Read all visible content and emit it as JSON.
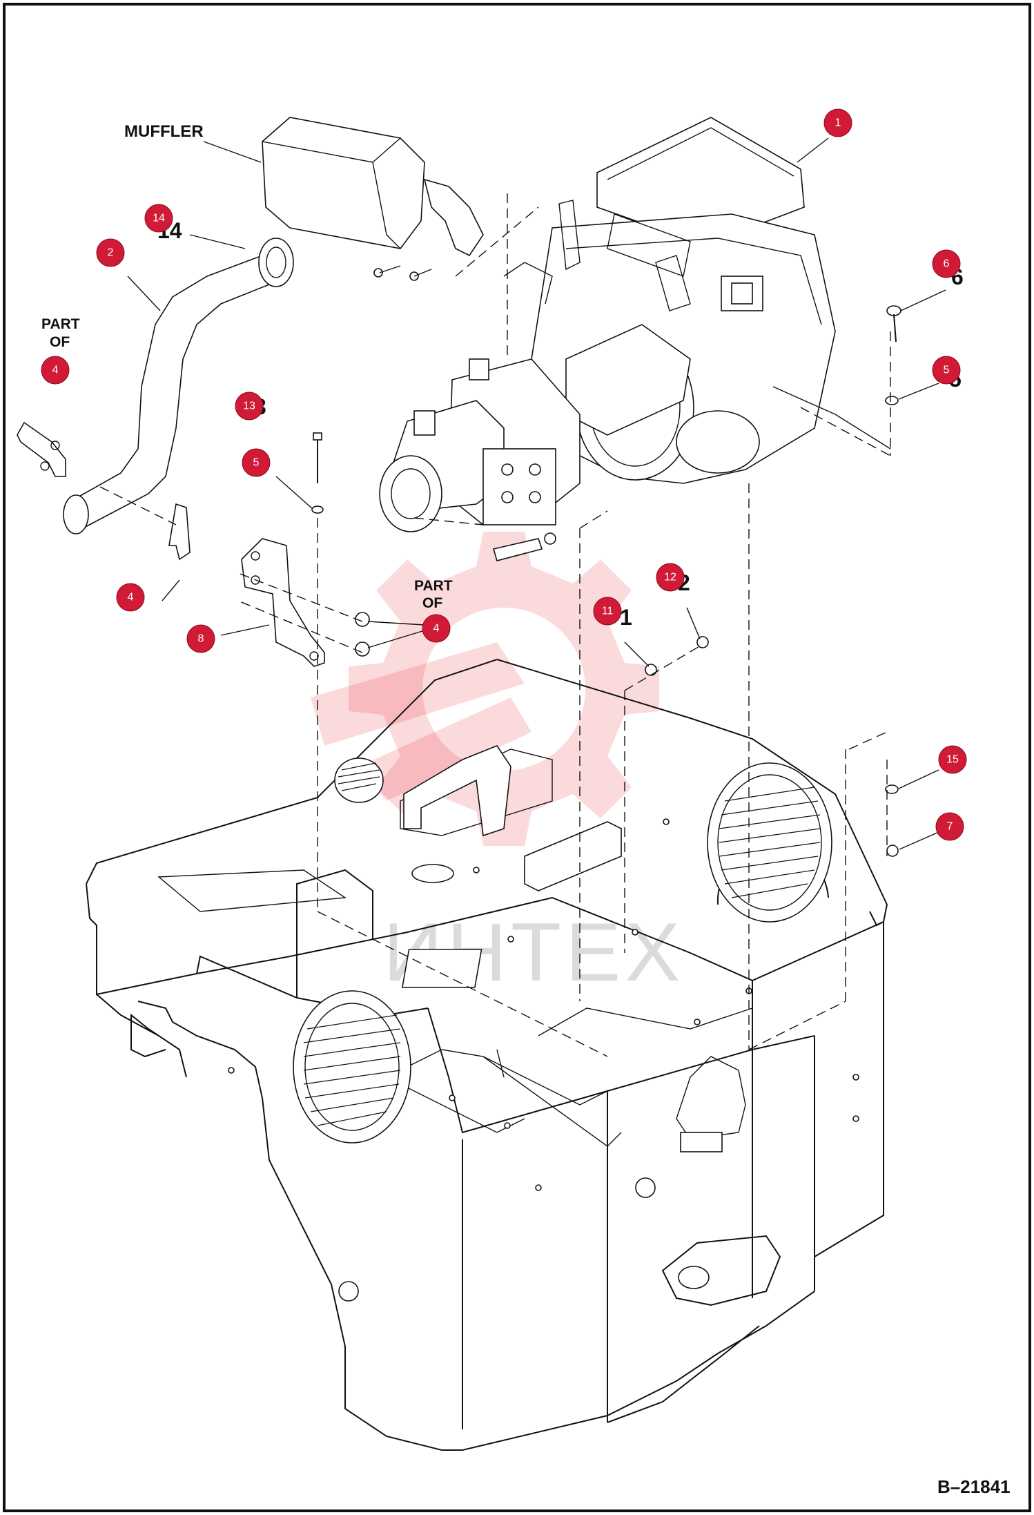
{
  "labels": {
    "muffler": "MUFFLER",
    "part_of_left_line1": "PART",
    "part_of_left_line2": "OF",
    "part_of_center_line1": "PART",
    "part_of_center_line2": "OF",
    "drawing_number": "B–21841",
    "watermark": "ИНТЕХ"
  },
  "printed_numbers": {
    "n14": "14",
    "n6": "6",
    "n5": "5",
    "n13": "3",
    "n11": "1",
    "n12": "2"
  },
  "callouts": [
    {
      "id": "1",
      "label": "1"
    },
    {
      "id": "2",
      "label": "2"
    },
    {
      "id": "4a",
      "label": "4"
    },
    {
      "id": "4b",
      "label": "4"
    },
    {
      "id": "4c",
      "label": "4"
    },
    {
      "id": "5a",
      "label": "5"
    },
    {
      "id": "5b",
      "label": "5"
    },
    {
      "id": "6",
      "label": "6"
    },
    {
      "id": "7",
      "label": "7"
    },
    {
      "id": "8",
      "label": "8"
    },
    {
      "id": "11",
      "label": "11"
    },
    {
      "id": "12",
      "label": "12"
    },
    {
      "id": "13",
      "label": "13"
    },
    {
      "id": "14",
      "label": "14"
    },
    {
      "id": "15",
      "label": "15"
    }
  ],
  "colors": {
    "callout": "#d11a35",
    "line": "#111111",
    "watermark": "#e8333d"
  }
}
